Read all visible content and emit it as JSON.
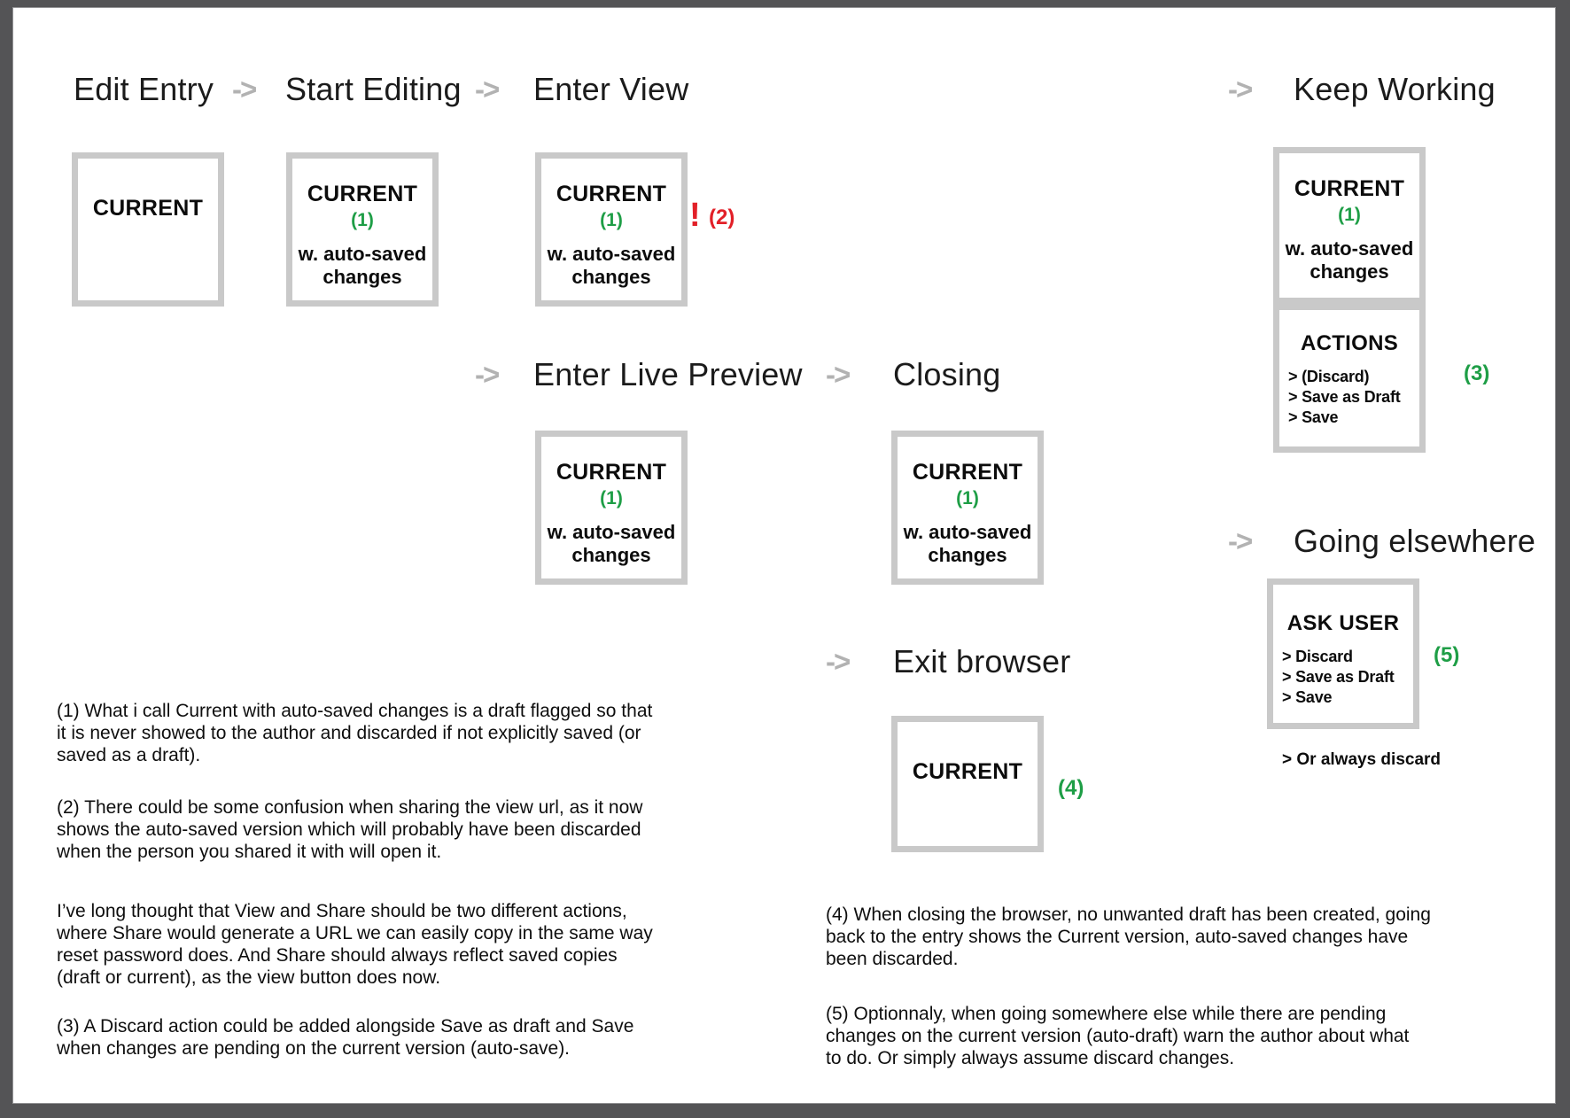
{
  "colors": {
    "accent_green": "#1e9e46",
    "alert_red": "#e22028",
    "arrow_gray": "#b2b2b2",
    "box_border_gray": "#c9c9c9",
    "frame_gray": "#545456"
  },
  "arrow_glyph": "->",
  "headers": {
    "edit_entry": "Edit Entry",
    "start_editing": "Start Editing",
    "enter_view": "Enter View",
    "keep_working": "Keep Working",
    "enter_live_preview": "Enter Live Preview",
    "closing": "Closing",
    "exit_browser": "Exit browser",
    "going_elsewhere": "Going elsewhere"
  },
  "boxes": {
    "edit_entry_current": {
      "title": "CURRENT"
    },
    "start_editing_current": {
      "title": "CURRENT",
      "ref": "(1)",
      "note": "w. auto-saved\nchanges"
    },
    "enter_view_current": {
      "title": "CURRENT",
      "ref": "(1)",
      "note": "w. auto-saved\nchanges"
    },
    "keep_working_current": {
      "title": "CURRENT",
      "ref": "(1)",
      "note": "w. auto-saved\nchanges"
    },
    "keep_working_actions": {
      "title": "ACTIONS",
      "items": [
        "> (Discard)",
        "> Save as Draft",
        "> Save"
      ]
    },
    "live_preview_current": {
      "title": "CURRENT",
      "ref": "(1)",
      "note": "w. auto-saved\nchanges"
    },
    "closing_current": {
      "title": "CURRENT",
      "ref": "(1)",
      "note": "w. auto-saved\nchanges"
    },
    "exit_browser_current": {
      "title": "CURRENT"
    },
    "ask_user": {
      "title": "ASK USER",
      "items": [
        "> Discard",
        "> Save as Draft",
        "> Save"
      ]
    }
  },
  "annotations": {
    "alert_mark": "!",
    "note2_ref": "(2)",
    "note3_ref": "(3)",
    "note4_ref": "(4)",
    "note5_ref": "(5)",
    "or_always_discard": "> Or always discard"
  },
  "footnotes": {
    "left": [
      "(1) What i call Current with auto-saved changes is a draft flagged so that\nit is never showed to the author and discarded if not explicitly saved (or\nsaved as a draft).",
      "(2) There could be some confusion when sharing the view url, as it now\nshows the auto-saved version which will probably have been discarded\nwhen the person you shared it with will open it.",
      "I’ve long thought that View and Share should be two different actions,\nwhere Share would generate a URL we can easily copy in the same way\nreset password does. And Share should always reflect saved copies\n(draft or current), as the view button does now.",
      "(3) A Discard action could be added alongside Save as draft and Save\nwhen changes are pending on the current version (auto-save)."
    ],
    "right": [
      "(4) When closing the browser, no unwanted draft has been created, going\nback to the entry shows the Current version, auto-saved changes have\nbeen discarded.",
      "(5) Optionnaly, when going somewhere else while there are pending\nchanges on the current version (auto-draft) warn the author about what\nto do. Or simply always assume discard changes."
    ]
  }
}
